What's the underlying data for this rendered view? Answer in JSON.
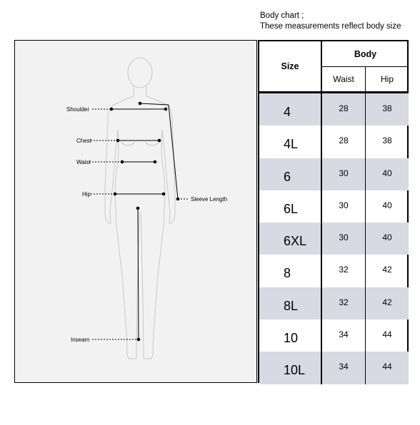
{
  "header": {
    "line1": "Body chart ;",
    "line2": "These measurements reflect body size"
  },
  "figure": {
    "labels": {
      "shoulder": "Shoulder",
      "chest": "Chest",
      "waist": "Waist",
      "hip": "Hip",
      "sleeve_length": "Sleeve Length",
      "inseam": "Inseam"
    }
  },
  "table": {
    "size_header": "Size",
    "body_header": "Body",
    "waist_header": "Waist",
    "hip_header": "Hip",
    "rows": [
      {
        "size": "4",
        "waist": "28",
        "hip": "38"
      },
      {
        "size": "4L",
        "waist": "28",
        "hip": "38"
      },
      {
        "size": "6",
        "waist": "30",
        "hip": "40"
      },
      {
        "size": "6L",
        "waist": "30",
        "hip": "40"
      },
      {
        "size": "6XL",
        "waist": "30",
        "hip": "40"
      },
      {
        "size": "8",
        "waist": "32",
        "hip": "42"
      },
      {
        "size": "8L",
        "waist": "32",
        "hip": "42"
      },
      {
        "size": "10",
        "waist": "34",
        "hip": "44"
      },
      {
        "size": "10L",
        "waist": "34",
        "hip": "44"
      }
    ]
  }
}
